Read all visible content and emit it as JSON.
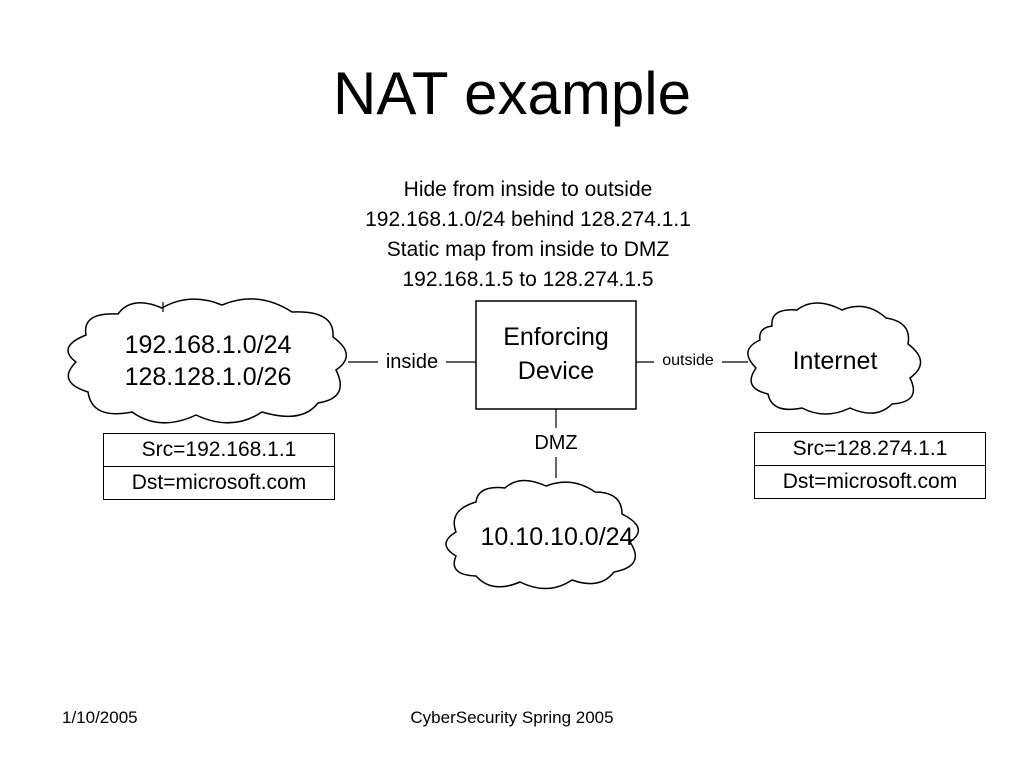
{
  "slide": {
    "title": "NAT example",
    "rules": [
      "Hide from inside to outside",
      "192.168.1.0/24 behind 128.274.1.1",
      "Static map from inside to DMZ",
      "192.168.1.5 to 128.274.1.5"
    ],
    "footer_date": "1/10/2005",
    "footer_course": "CyberSecurity Spring 2005"
  },
  "diagram": {
    "inside_cloud": [
      "192.168.1.0/24",
      "128.128.1.0/26"
    ],
    "internet_cloud": "Internet",
    "dmz_cloud": "10.10.10.0/24",
    "device": [
      "Enforcing",
      "Device"
    ],
    "link_inside": "inside",
    "link_outside": "outside",
    "link_dmz": "DMZ",
    "packet_inside": {
      "src": "Src=192.168.1.1",
      "dst": "Dst=microsoft.com"
    },
    "packet_outside": {
      "src": "Src=128.274.1.1",
      "dst": "Dst=microsoft.com"
    }
  }
}
